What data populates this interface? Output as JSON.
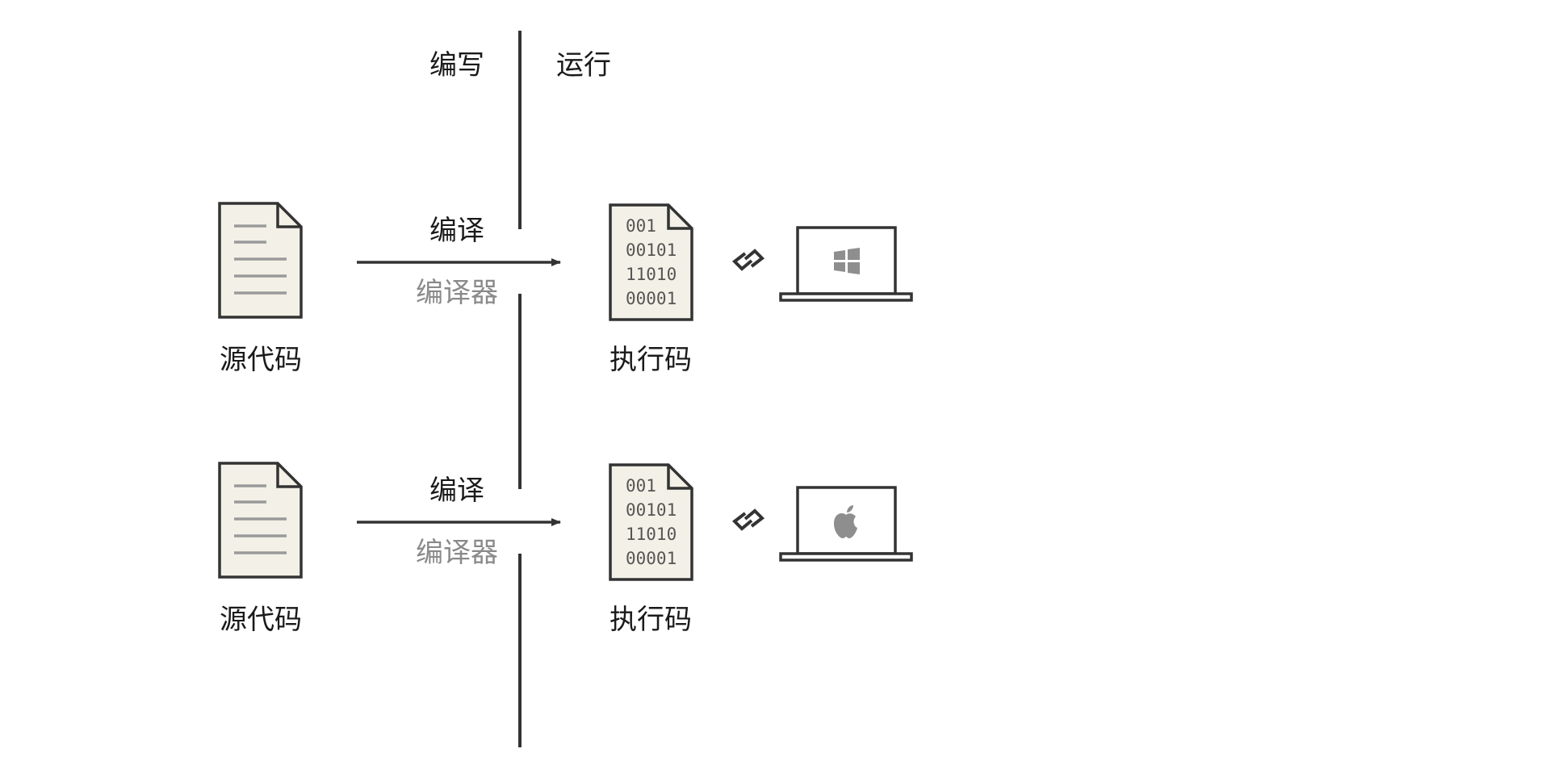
{
  "header": {
    "write_label": "编写",
    "run_label": "运行"
  },
  "rows": [
    {
      "source_label": "源代码",
      "compile_label": "编译",
      "compiler_label": "编译器",
      "exec_label": "执行码",
      "binary_lines": [
        "001",
        "00101",
        "11010",
        "00001"
      ],
      "platform_icon": "windows-icon"
    },
    {
      "source_label": "源代码",
      "compile_label": "编译",
      "compiler_label": "编译器",
      "exec_label": "执行码",
      "binary_lines": [
        "001",
        "00101",
        "11010",
        "00001"
      ],
      "platform_icon": "apple-icon"
    }
  ],
  "colors": {
    "stroke": "#333333",
    "paper_fill": "#f3f1e7",
    "doc_line": "#9a9a9a",
    "icon_gray": "#8e8e8e"
  }
}
